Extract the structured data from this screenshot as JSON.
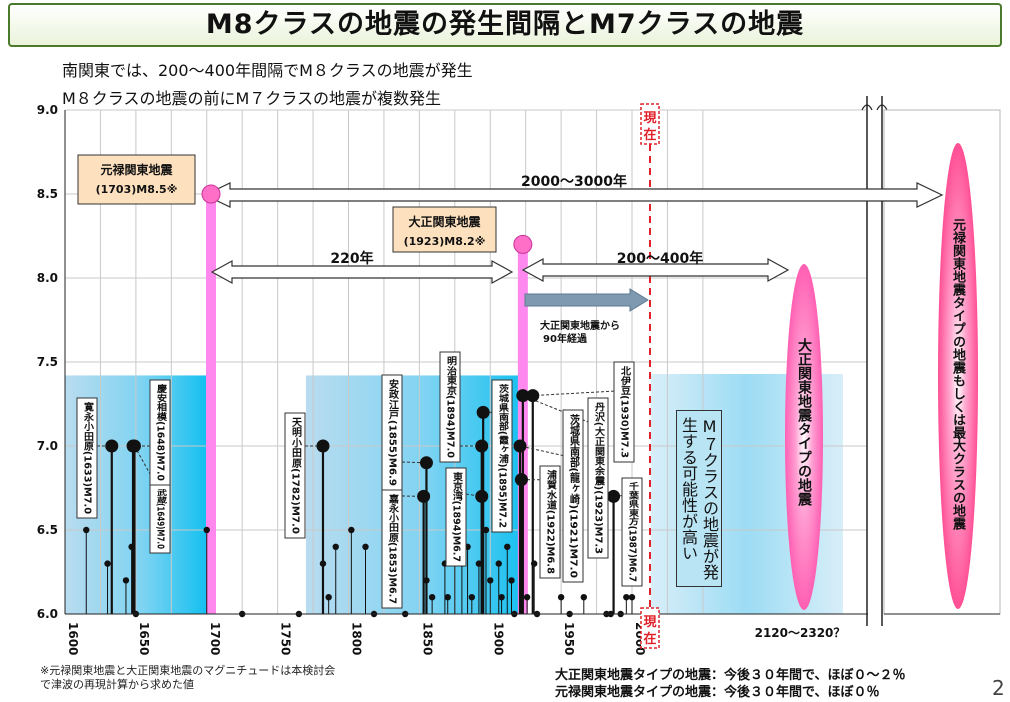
{
  "title": "M8クラスの地震の発生間隔とM7クラスの地震",
  "subtitle_lines": [
    "南関東では、200〜400年間隔でM８クラスの地震が発生",
    "M８クラスの地震の前にM７クラスの地震が複数発生"
  ],
  "chart_data": {
    "type": "scatter",
    "xlim": [
      1600,
      2000
    ],
    "ylim": [
      6.0,
      9.0
    ],
    "xticks": [
      1600,
      1650,
      1700,
      1750,
      1800,
      1850,
      1900,
      1950,
      2000
    ],
    "yticks": [
      6.0,
      6.5,
      7.0,
      7.5,
      8.0,
      8.5,
      9.0
    ],
    "grid": true,
    "m8_events": [
      {
        "label": "元禄関東地震",
        "sub": "(1703)M8.5※",
        "year": 1703,
        "magnitude": 8.5
      },
      {
        "label": "大正関東地震",
        "sub": "(1923)M8.2※",
        "year": 1923,
        "magnitude": 8.2
      }
    ],
    "labeled_m7": [
      {
        "label": "寛永小田原(1633)M7.0",
        "year": 1633,
        "magnitude": 7.0
      },
      {
        "label": "慶安相模(1648)M7.0",
        "year": 1648,
        "magnitude": 7.0
      },
      {
        "label": "武蔵(1649)M7.0",
        "year": 1649,
        "magnitude": 7.0
      },
      {
        "label": "天明小田原(1782)M7.0",
        "year": 1782,
        "magnitude": 7.0
      },
      {
        "label": "安政江戸(1855)M6.9",
        "year": 1855,
        "magnitude": 6.9
      },
      {
        "label": "嘉永小田原(1853)M6.7",
        "year": 1853,
        "magnitude": 6.7
      },
      {
        "label": "明治東京(1894)M7.0",
        "year": 1894,
        "magnitude": 7.0
      },
      {
        "label": "東京湾(1894)M6.7",
        "year": 1894,
        "magnitude": 6.7
      },
      {
        "label": "茨城県南部(霞ヶ浦)(1895)M7.2",
        "year": 1895,
        "magnitude": 7.2
      },
      {
        "label": "浦賀水道(1922)M6.8",
        "year": 1922,
        "magnitude": 6.8
      },
      {
        "label": "茨城県南部(龍ヶ崎)(1921)M7.0",
        "year": 1921,
        "magnitude": 7.0
      },
      {
        "label": "丹沢(大正関東余震)(1923)M7.3",
        "year": 1923,
        "magnitude": 7.3
      },
      {
        "label": "北伊豆(1930)M7.3",
        "year": 1930,
        "magnitude": 7.3
      },
      {
        "label": "千葉県東方(1987)M6.7",
        "year": 1987,
        "magnitude": 6.7
      }
    ],
    "other_events": [
      {
        "year": 1615,
        "magnitude": 6.5
      },
      {
        "year": 1630,
        "magnitude": 6.3
      },
      {
        "year": 1643,
        "magnitude": 6.2
      },
      {
        "year": 1647,
        "magnitude": 6.4
      },
      {
        "year": 1650,
        "magnitude": 6.0
      },
      {
        "year": 1700,
        "magnitude": 6.5
      },
      {
        "year": 1725,
        "magnitude": 6.0
      },
      {
        "year": 1765,
        "magnitude": 6.0
      },
      {
        "year": 1782,
        "magnitude": 6.3
      },
      {
        "year": 1786,
        "magnitude": 6.1
      },
      {
        "year": 1791,
        "magnitude": 6.4
      },
      {
        "year": 1802,
        "magnitude": 6.5
      },
      {
        "year": 1812,
        "magnitude": 6.4
      },
      {
        "year": 1818,
        "magnitude": 6.0
      },
      {
        "year": 1840,
        "magnitude": 6.0
      },
      {
        "year": 1855,
        "magnitude": 6.2
      },
      {
        "year": 1859,
        "magnitude": 6.1
      },
      {
        "year": 1868,
        "magnitude": 6.3
      },
      {
        "year": 1870,
        "magnitude": 6.1
      },
      {
        "year": 1875,
        "magnitude": 6.5
      },
      {
        "year": 1880,
        "magnitude": 6.3
      },
      {
        "year": 1884,
        "magnitude": 6.4
      },
      {
        "year": 1887,
        "magnitude": 6.1
      },
      {
        "year": 1892,
        "magnitude": 6.3
      },
      {
        "year": 1897,
        "magnitude": 6.5
      },
      {
        "year": 1900,
        "magnitude": 6.2
      },
      {
        "year": 1906,
        "magnitude": 6.3
      },
      {
        "year": 1908,
        "magnitude": 6.1
      },
      {
        "year": 1912,
        "magnitude": 6.4
      },
      {
        "year": 1915,
        "magnitude": 6.2
      },
      {
        "year": 1917,
        "magnitude": 6.0
      },
      {
        "year": 1926,
        "magnitude": 6.1
      },
      {
        "year": 1931,
        "magnitude": 6.3
      },
      {
        "year": 1933,
        "magnitude": 6.0
      },
      {
        "year": 1950,
        "magnitude": 6.1
      },
      {
        "year": 1956,
        "magnitude": 6.0
      },
      {
        "year": 1966,
        "magnitude": 6.1
      },
      {
        "year": 1982,
        "magnitude": 6.0
      },
      {
        "year": 1985,
        "magnitude": 6.0
      },
      {
        "year": 1992,
        "magnitude": 6.0
      },
      {
        "year": 1996,
        "magnitude": 6.1
      },
      {
        "year": 2000,
        "magnitude": 6.1
      }
    ],
    "m7_periods": [
      [
        1600,
        1700
      ],
      [
        1770,
        1925
      ]
    ],
    "interval_labels": {
      "long": "2000〜3000年",
      "first": "220年",
      "second": "200〜400年",
      "elapsed": "大正関東地震から\n90年経過",
      "future_range": "2120〜2320？"
    },
    "now_label": "現在"
  },
  "annotations": {
    "m7_possible": "M７クラスの地震が発生する可能性が高い",
    "taisho_type": "大正関東地震タイプの地震",
    "genroku_type": "元禄関東地震タイプの地震もしくは最大クラスの地震"
  },
  "footnote": "※元禄関東地震と大正関東地震のマグニチュードは本検討会で津波の再現計算から求めた値",
  "outlook": [
    "大正関東地震タイプの地震：今後３０年間で、ほぼ０〜２％",
    "元禄関東地震タイプの地震：今後３０年間で、ほぼ０％"
  ],
  "page_number": "2",
  "colors": {
    "m7_period_fill": "#2fc4ef",
    "m8_line": "#ff88ee",
    "now_line": "#e0202a",
    "arrow_fill": "#ffffff",
    "elapsed_arrow": "#7f9ab0",
    "taisho_ellipse": "#ff7fc4",
    "genroku_ellipse": "#ff6aa8",
    "event_box": "#fde0be"
  }
}
